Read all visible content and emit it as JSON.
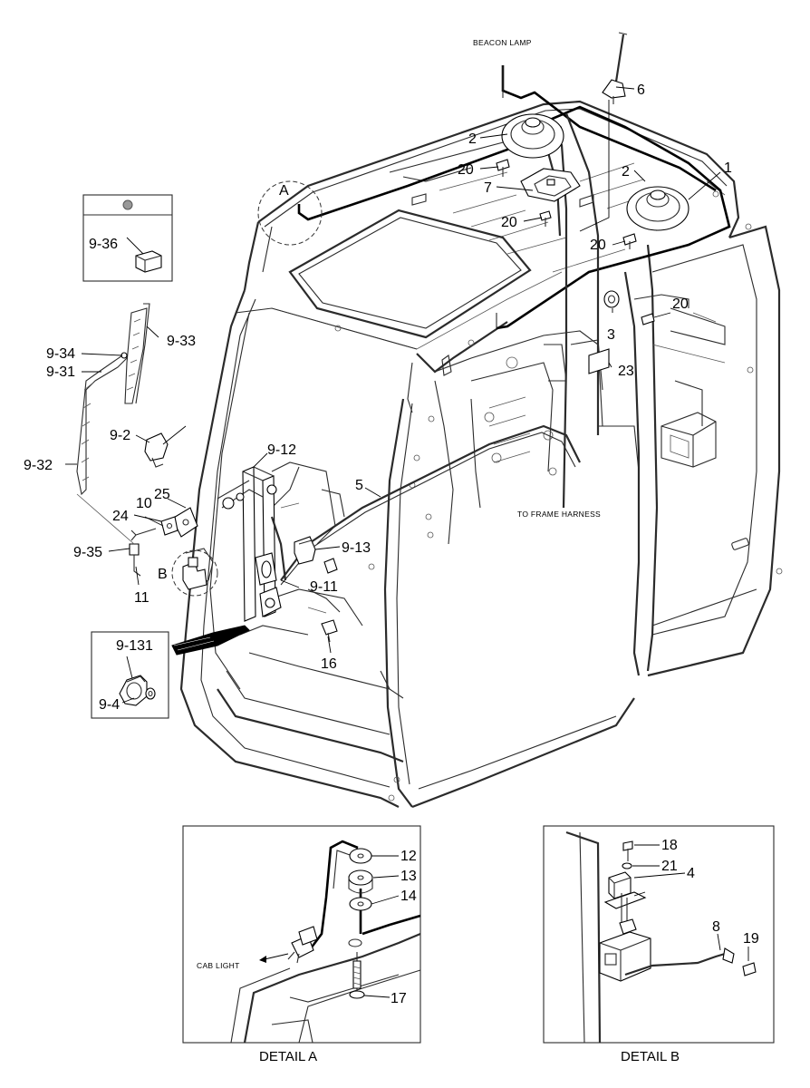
{
  "notes": {
    "beacon_lamp": "BEACON LAMP",
    "to_frame_harness": "TO FRAME HARNESS",
    "cab_light": "CAB LIGHT"
  },
  "detail_marks": {
    "a": "A",
    "b": "B"
  },
  "captions": {
    "detail_a": "DETAIL A",
    "detail_b": "DETAIL B"
  },
  "labels": {
    "p1": "1",
    "p2a": "2",
    "p2b": "2",
    "p3": "3",
    "p5": "5",
    "p6": "6",
    "p7": "7",
    "p10": "10",
    "p11": "11",
    "p16": "16",
    "p20a": "20",
    "p20b": "20",
    "p20c": "20",
    "p20d": "20",
    "p23": "23",
    "p24": "24",
    "p25": "25",
    "p9_2": "9-2",
    "p9_4": "9-4",
    "p9_11": "9-11",
    "p9_12": "9-12",
    "p9_13": "9-13",
    "p9_31": "9-31",
    "p9_32": "9-32",
    "p9_33": "9-33",
    "p9_34": "9-34",
    "p9_35": "9-35",
    "p9_36": "9-36",
    "p9_131": "9-131",
    "p12": "12",
    "p13": "13",
    "p14": "14",
    "p17": "17",
    "p4": "4",
    "p8": "8",
    "p18": "18",
    "p19": "19",
    "p21": "21"
  },
  "colors": {
    "line": "#2b2b2b",
    "background": "#ffffff"
  }
}
